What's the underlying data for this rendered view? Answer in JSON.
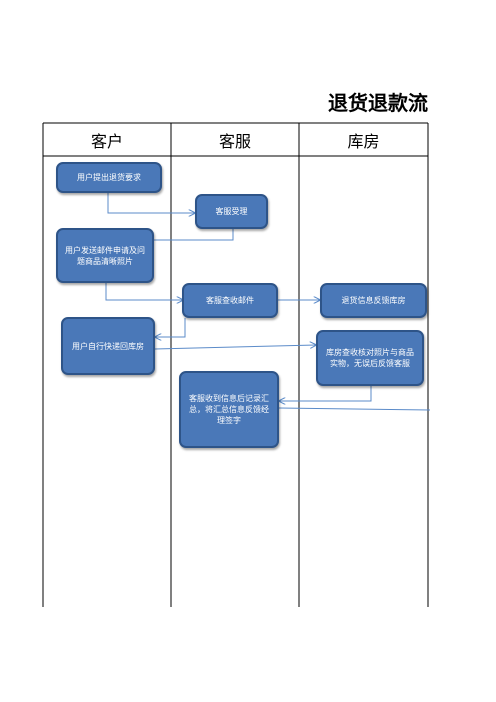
{
  "title": "退货退款流",
  "lanes": [
    "客户",
    "客服",
    "库房"
  ],
  "nodes": {
    "request_return": "用户提出退货要求",
    "cs_accept": "客服受理",
    "send_email": "用户发送邮件申请及问题商品清晰照片",
    "cs_check_email": "客服查收邮件",
    "notify_warehouse": "退货信息反馈库房",
    "user_ship_back": "用户自行快递回库房",
    "warehouse_verify": "库房查收核对照片与商品实物，无误后反馈客服",
    "cs_record": "客服收到信息后记录汇总，将汇总信息反馈经理签字"
  }
}
